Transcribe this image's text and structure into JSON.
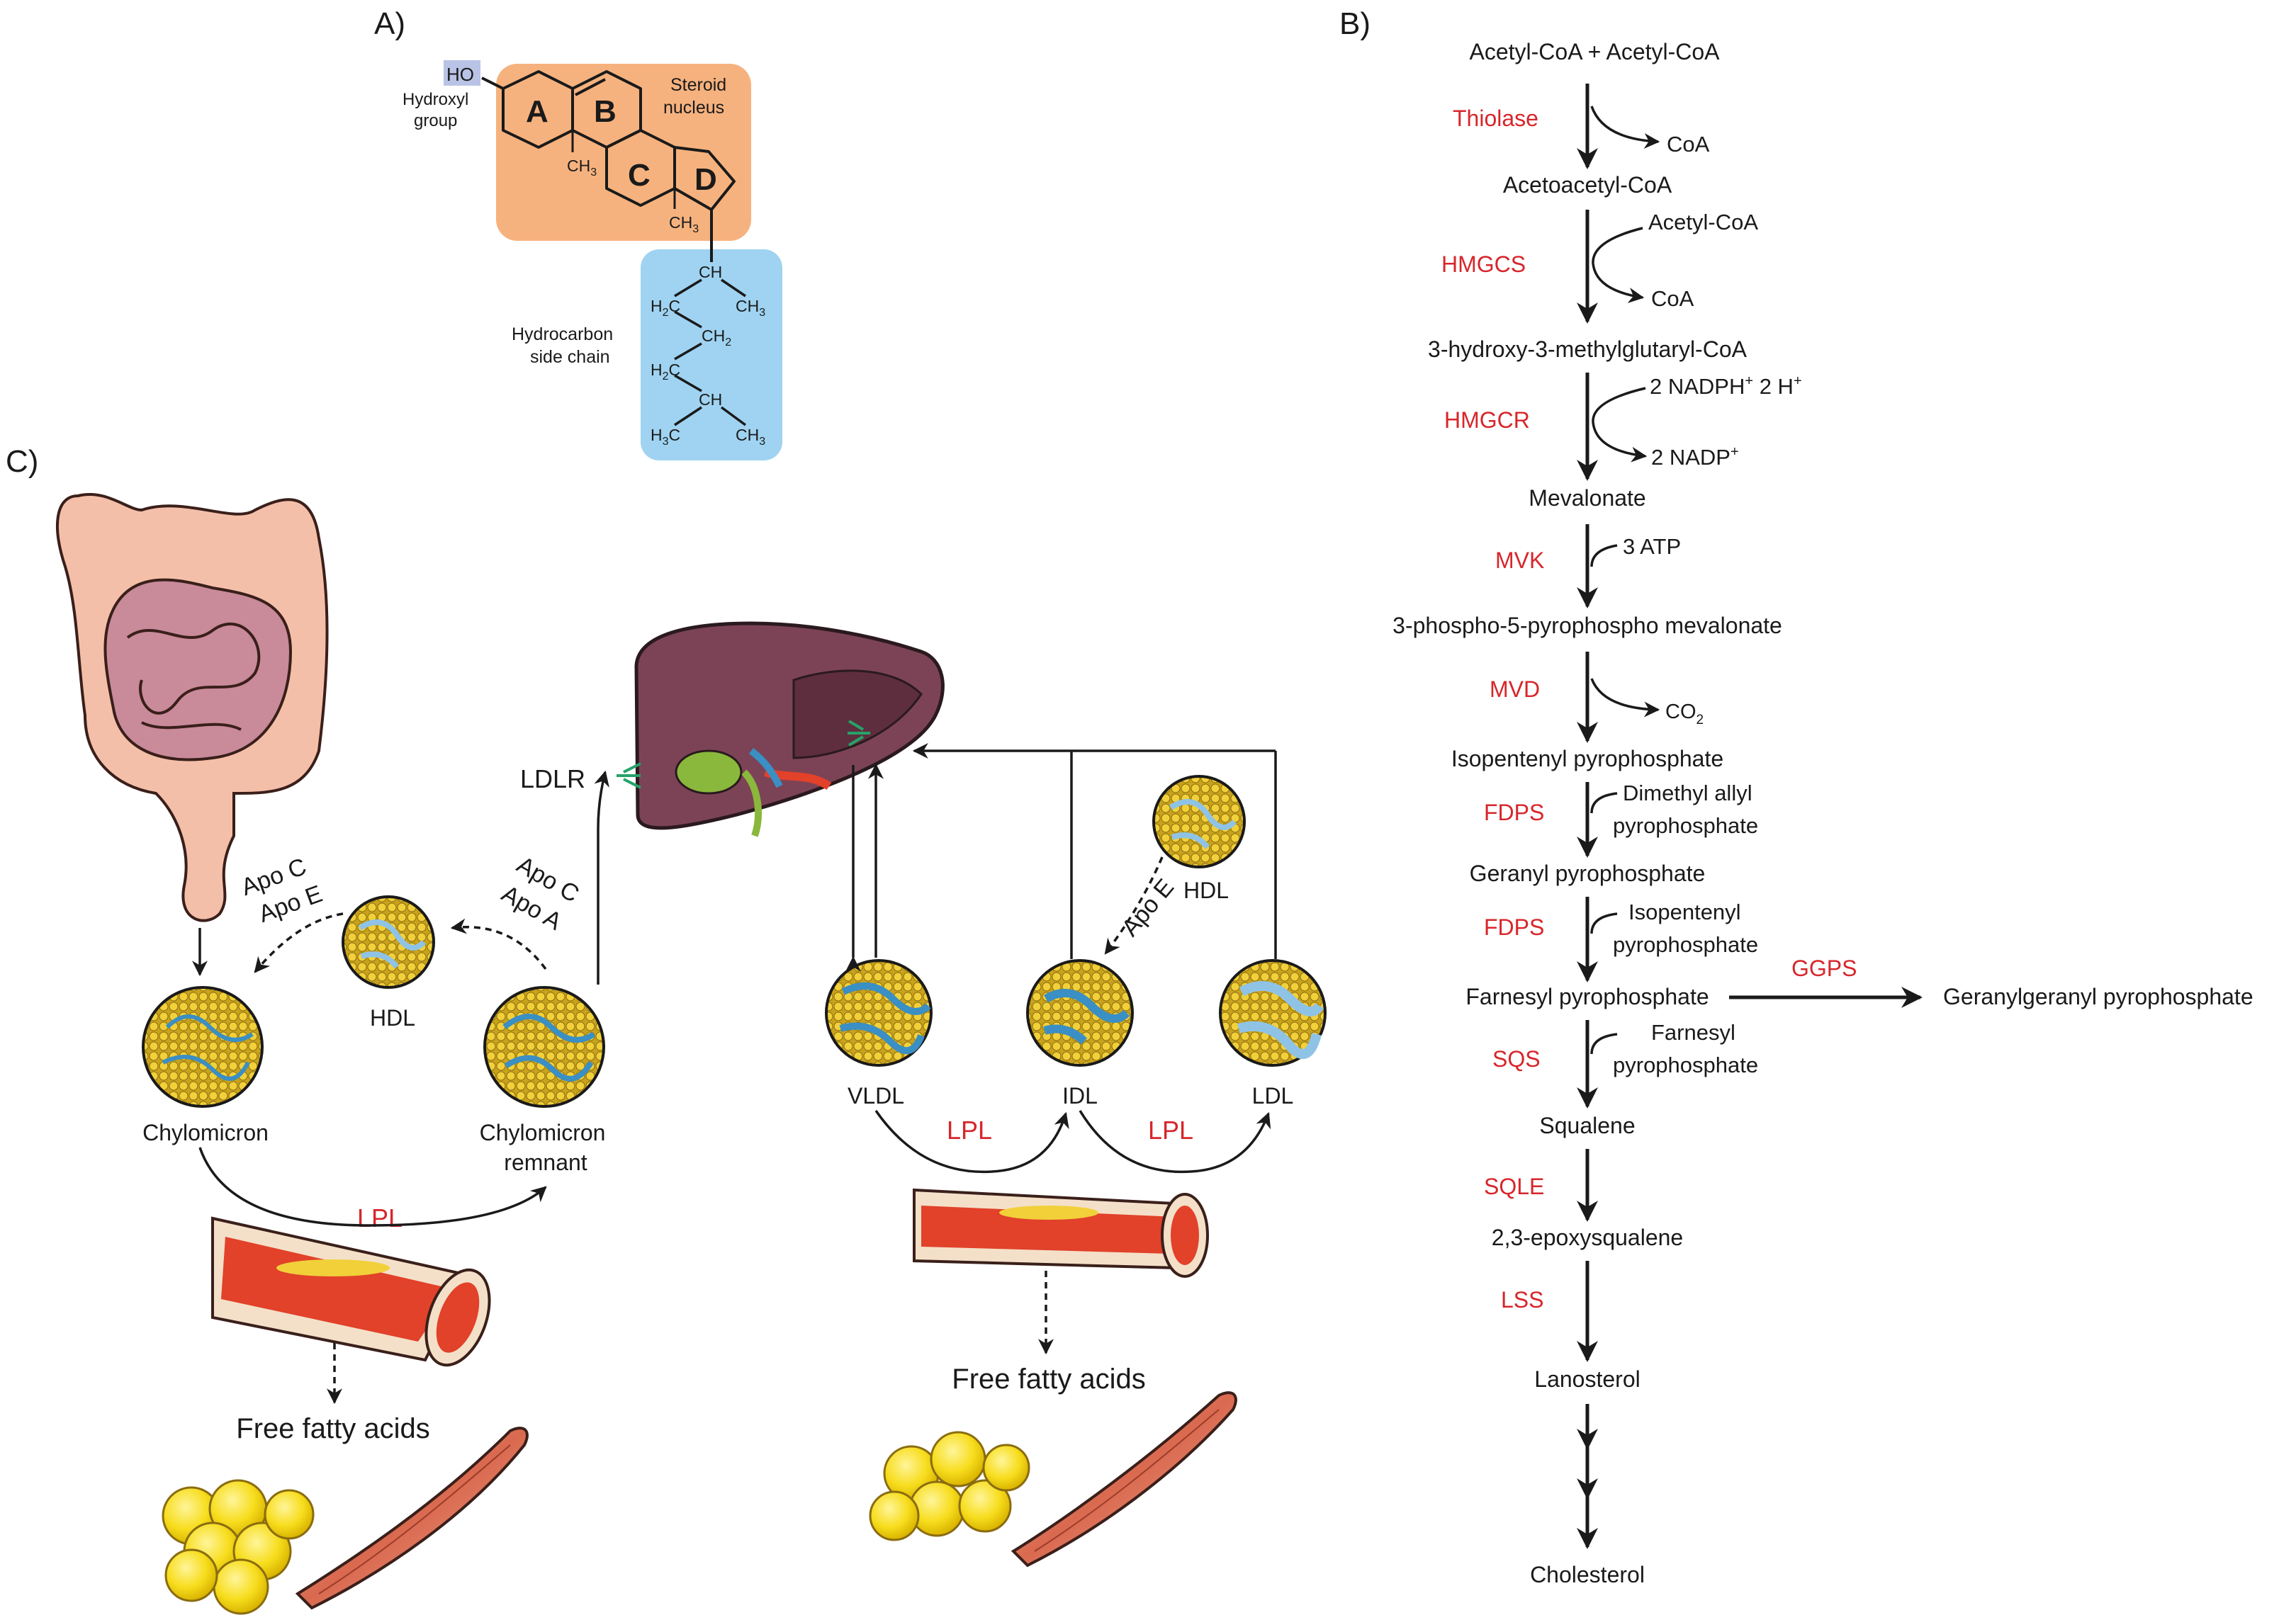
{
  "panels": {
    "a": "A)",
    "b": "B)",
    "c": "C)"
  },
  "panel_a": {
    "ho": "HO",
    "hydroxyl": [
      "Hydroxyl",
      "group"
    ],
    "steroid": [
      "Steroid",
      "nucleus"
    ],
    "rings": [
      "A",
      "B",
      "C",
      "D"
    ],
    "ch3": "CH",
    "ch3_sub": "3",
    "ch": "CH",
    "ch2": "CH",
    "ch2_sub": "2",
    "h2c": "H",
    "h2c_sub": "2",
    "h2c_c": "C",
    "h3c": "H",
    "h3c_sub": "3",
    "h3c_c": "C",
    "side_chain": [
      "Hydrocarbon",
      "side chain"
    ],
    "colors": {
      "steroid_box": "#f6b27e",
      "side_box": "#9fd3f1",
      "ho_box": "#b9c3e6"
    }
  },
  "panel_b": {
    "metabolites": [
      "Acetyl-CoA + Acetyl-CoA",
      "Acetoacetyl-CoA",
      "3-hydroxy-3-methylglutaryl-CoA",
      "Mevalonate",
      "3-phospho-5-pyrophospho mevalonate",
      "Isopentenyl pyrophosphate",
      "Geranyl pyrophosphate",
      "Farnesyl pyrophosphate",
      "Squalene",
      "2,3-epoxysqualene",
      "Lanosterol",
      "Cholesterol"
    ],
    "enzymes": [
      "Thiolase",
      "HMGCS",
      "HMGCR",
      "MVK",
      "MVD",
      "FDPS",
      "FDPS",
      "SQS",
      "SQLE",
      "LSS"
    ],
    "side_products": {
      "coa1": "CoA",
      "acetyl_coa": "Acetyl-CoA",
      "coa2": "CoA",
      "nadph": "2 NADPH",
      "nadph_sup": "+",
      "two_h": "2 H",
      "h_sup": "+",
      "nadp": "2 NADP",
      "nadp_sup": "+",
      "atp": "3 ATP",
      "co2": "CO",
      "co2_sub": "2",
      "dmapp": [
        "Dimethyl allyl",
        "pyrophosphate"
      ],
      "ipp": [
        "Isopentenyl",
        "pyrophosphate"
      ],
      "fpp": [
        "Farnesyl",
        "pyrophosphate"
      ]
    },
    "branch": {
      "enzyme": "GGPS",
      "product": "Geranylgeranyl pyrophosphate"
    },
    "colors": {
      "enzyme": "#d7262b"
    }
  },
  "panel_c": {
    "apo_ce": [
      "Apo C",
      "Apo E"
    ],
    "apo_ca": [
      "Apo C",
      "Apo A"
    ],
    "apo_e": "Apo E",
    "hdl": "HDL",
    "chylomicron": "Chylomicron",
    "chylo_remnant": [
      "Chylomicron",
      "remnant"
    ],
    "ldlr": "LDLR",
    "vldl": "VLDL",
    "idl": "IDL",
    "ldl": "LDL",
    "lpl": "LPL",
    "ffa": "Free fatty acids",
    "colors": {
      "lpl": "#d7262b",
      "lipoprotein_yellow": "#e8c22c",
      "lipoprotein_blue": "#3a8fc4",
      "vessel": "#e2412a"
    }
  }
}
